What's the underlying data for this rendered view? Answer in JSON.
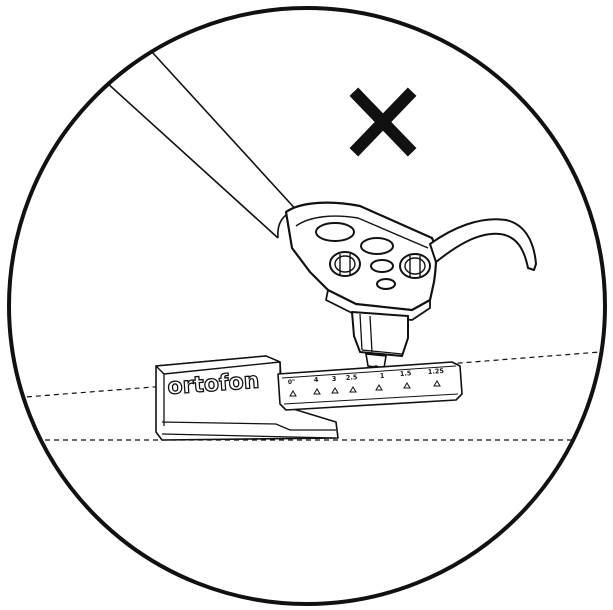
{
  "illustration": {
    "brand": "ortofon",
    "scale_marks": [
      "0\"",
      "4",
      "3",
      "2.5",
      "1",
      "1.5",
      "1.25"
    ],
    "verdict_icon": "x-mark-icon",
    "colors": {
      "line": "#111111",
      "background": "#ffffff"
    }
  }
}
